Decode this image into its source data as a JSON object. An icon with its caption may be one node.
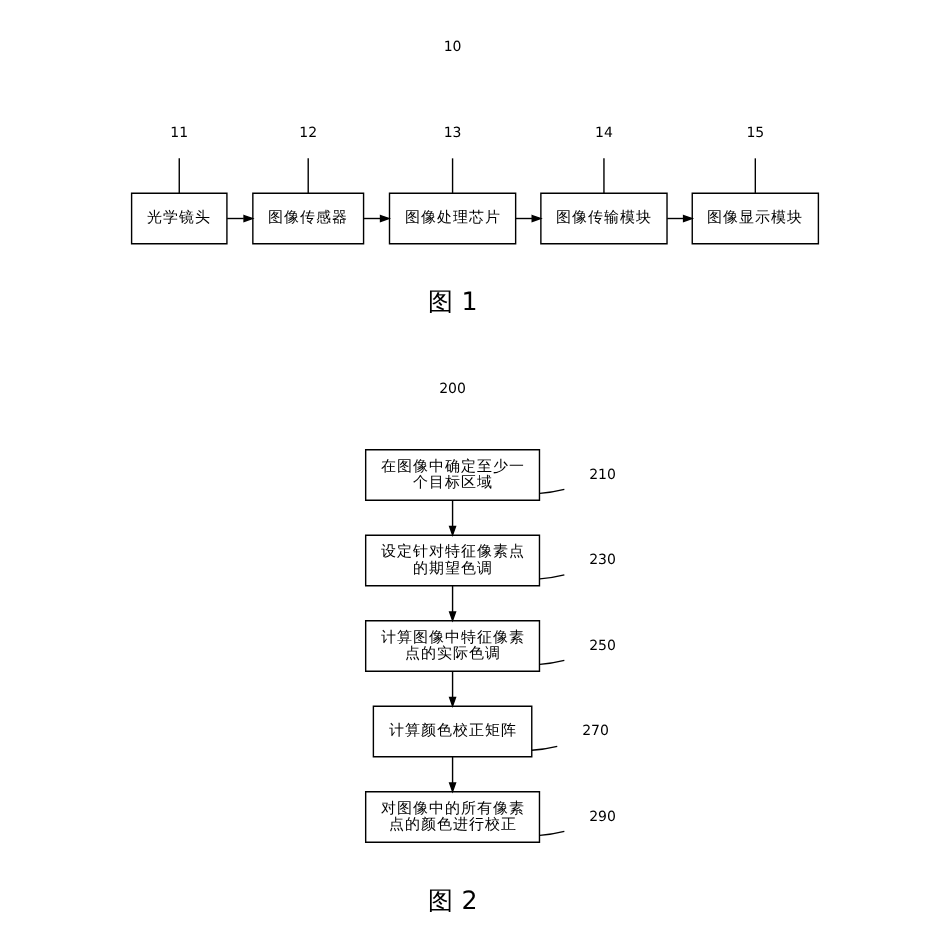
{
  "diagram": {
    "nodes": [
      {
        "text": [
          "11"
        ]
      },
      {
        "text": [
          "12"
        ]
      },
      {
        "text": [
          "13"
        ]
      },
      {
        "text": [
          "14"
        ]
      },
      {
        "text": [
          "15"
        ]
      },
      {
        "text": [
          "光学镜头"
        ]
      },
      {
        "text": [
          "图像传感器"
        ]
      },
      {
        "text": [
          "图像处理芯片"
        ]
      },
      {
        "text": [
          "图像传输模块"
        ]
      },
      {
        "text": [
          "图像显示模块"
        ]
      },
      {
        "text": [
          "在图像中确定至少一个目标区域"
        ]
      },
      {
        "text": [
          "设定针对特征像素点的期望色调"
        ]
      },
      {
        "text": [
          "计算图像中特征像素点的实际色调"
        ]
      },
      {
        "text": [
          "计算颜色校正矩阵"
        ]
      },
      {
        "text": [
          "对图像中的所有像素点的颜色进行校正"
        ]
      },
      {
        "text": [
          "210"
        ]
      },
      {
        "text": [
          "230"
        ]
      },
      {
        "text": [
          "250"
        ]
      },
      {
        "text": [
          "270"
        ]
      },
      {
        "text": [
          "290"
        ]
      }
    ],
    "edges": [
      {
        "from": 0,
        "to": 5,
        "arrow": "none"
      },
      {
        "from": 1,
        "to": 6,
        "arrow": "none"
      },
      {
        "from": 2,
        "to": 7,
        "arrow": "none"
      },
      {
        "from": 3,
        "to": 8,
        "arrow": "none"
      },
      {
        "from": 4,
        "to": 9,
        "arrow": "none"
      },
      {
        "from": 5,
        "to": 6,
        "arrow": "to"
      },
      {
        "from": 6,
        "to": 7,
        "arrow": "to"
      },
      {
        "from": 7,
        "to": 8,
        "arrow": "to"
      },
      {
        "from": 8,
        "to": 9,
        "arrow": "to"
      },
      {
        "from": 10,
        "to": 11,
        "arrow": "to"
      },
      {
        "from": 11,
        "to": 12,
        "arrow": "to"
      },
      {
        "from": 12,
        "to": 13,
        "arrow": "to"
      },
      {
        "from": 13,
        "to": 14,
        "arrow": "to"
      },
      {
        "from": 15,
        "to": 10,
        "arrow": "none"
      },
      {
        "from": 16,
        "to": 11,
        "arrow": "none"
      },
      {
        "from": 17,
        "to": 12,
        "arrow": "none"
      },
      {
        "from": 18,
        "to": 13,
        "arrow": "none"
      },
      {
        "from": 19,
        "to": 14,
        "arrow": "none"
      }
    ],
    "labels": [
      "10",
      "图 1",
      "200",
      "图 2"
    ]
  }
}
